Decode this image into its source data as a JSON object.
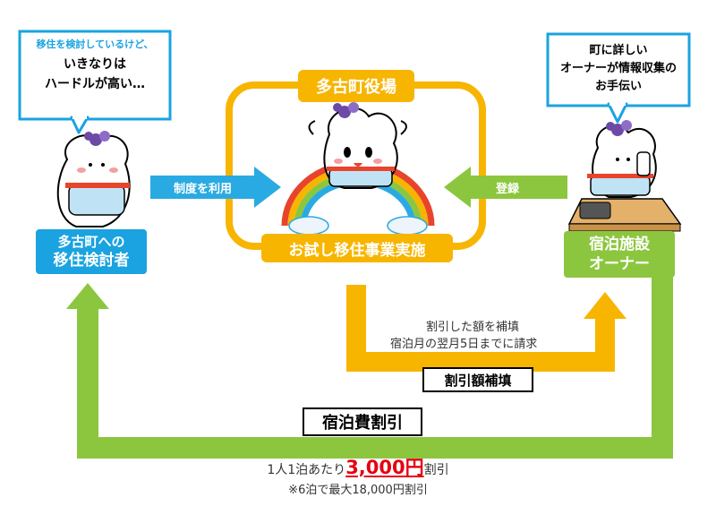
{
  "left_bubble": {
    "line1": "移住を検討しているけど、",
    "line2": "いきなりは",
    "line3": "ハードルが高い…"
  },
  "right_bubble": {
    "line1": "町に詳しい",
    "line2": "オーナーが情報収集の",
    "line3": "お手伝い"
  },
  "center": {
    "office_label": "多古町役場",
    "program_label": "お試し移住事業実施"
  },
  "left_node": {
    "line1": "多古町への",
    "line2": "移住検討者"
  },
  "right_node": {
    "line1": "宿泊施設",
    "line2": "オーナー"
  },
  "arrows": {
    "use_system": "制度を利用",
    "register": "登録"
  },
  "reimbursement": {
    "note_line1": "割引した額を補填",
    "note_line2": "宿泊月の翌月5日までに請求",
    "title": "割引額補填"
  },
  "discount": {
    "title": "宿泊費割引",
    "per_night_prefix": "1人1泊あたり",
    "amount": "3,000円",
    "per_night_suffix": "割引",
    "note": "※6泊で最大18,000円割引"
  },
  "colors": {
    "blue": "#1aa3e0",
    "green": "#8cc63f",
    "orange": "#f7b500",
    "light_blue": "#2aaae2",
    "red": "#e60012"
  }
}
